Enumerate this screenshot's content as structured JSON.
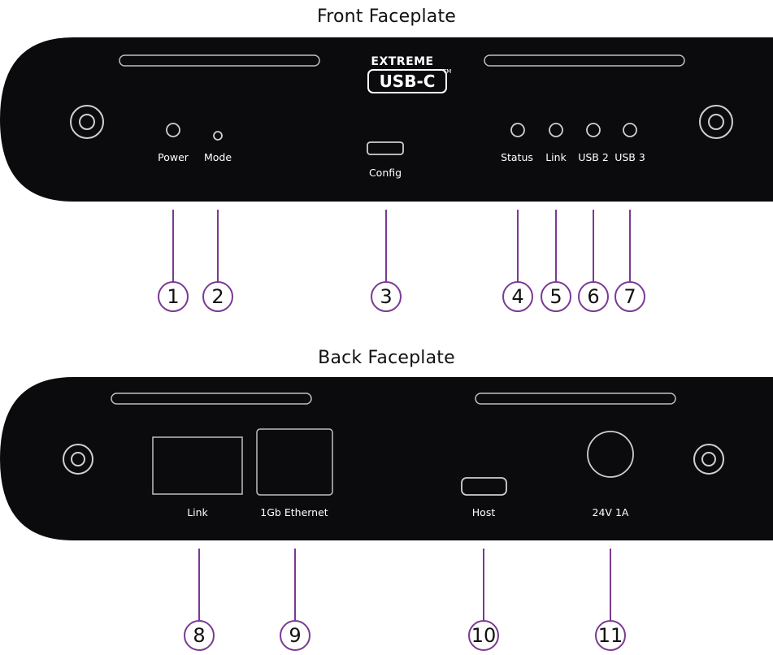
{
  "front": {
    "title": "Front Faceplate",
    "logo": {
      "line1": "EXTREME",
      "line2": "USB-C",
      "tm": "TM"
    },
    "labels": {
      "power": "Power",
      "mode": "Mode",
      "config": "Config",
      "status": "Status",
      "link": "Link",
      "usb2": "USB 2",
      "usb3": "USB 3"
    },
    "callouts": [
      "1",
      "2",
      "3",
      "4",
      "5",
      "6",
      "7"
    ]
  },
  "back": {
    "title": "Back Faceplate",
    "labels": {
      "link": "Link",
      "ethernet": "1Gb Ethernet",
      "host": "Host",
      "power": "24V 1A"
    },
    "callouts": [
      "8",
      "9",
      "10",
      "11"
    ]
  },
  "colors": {
    "device": "#0b0b0d",
    "accent": "#7a3a92",
    "outline": "#bfbfbf"
  }
}
